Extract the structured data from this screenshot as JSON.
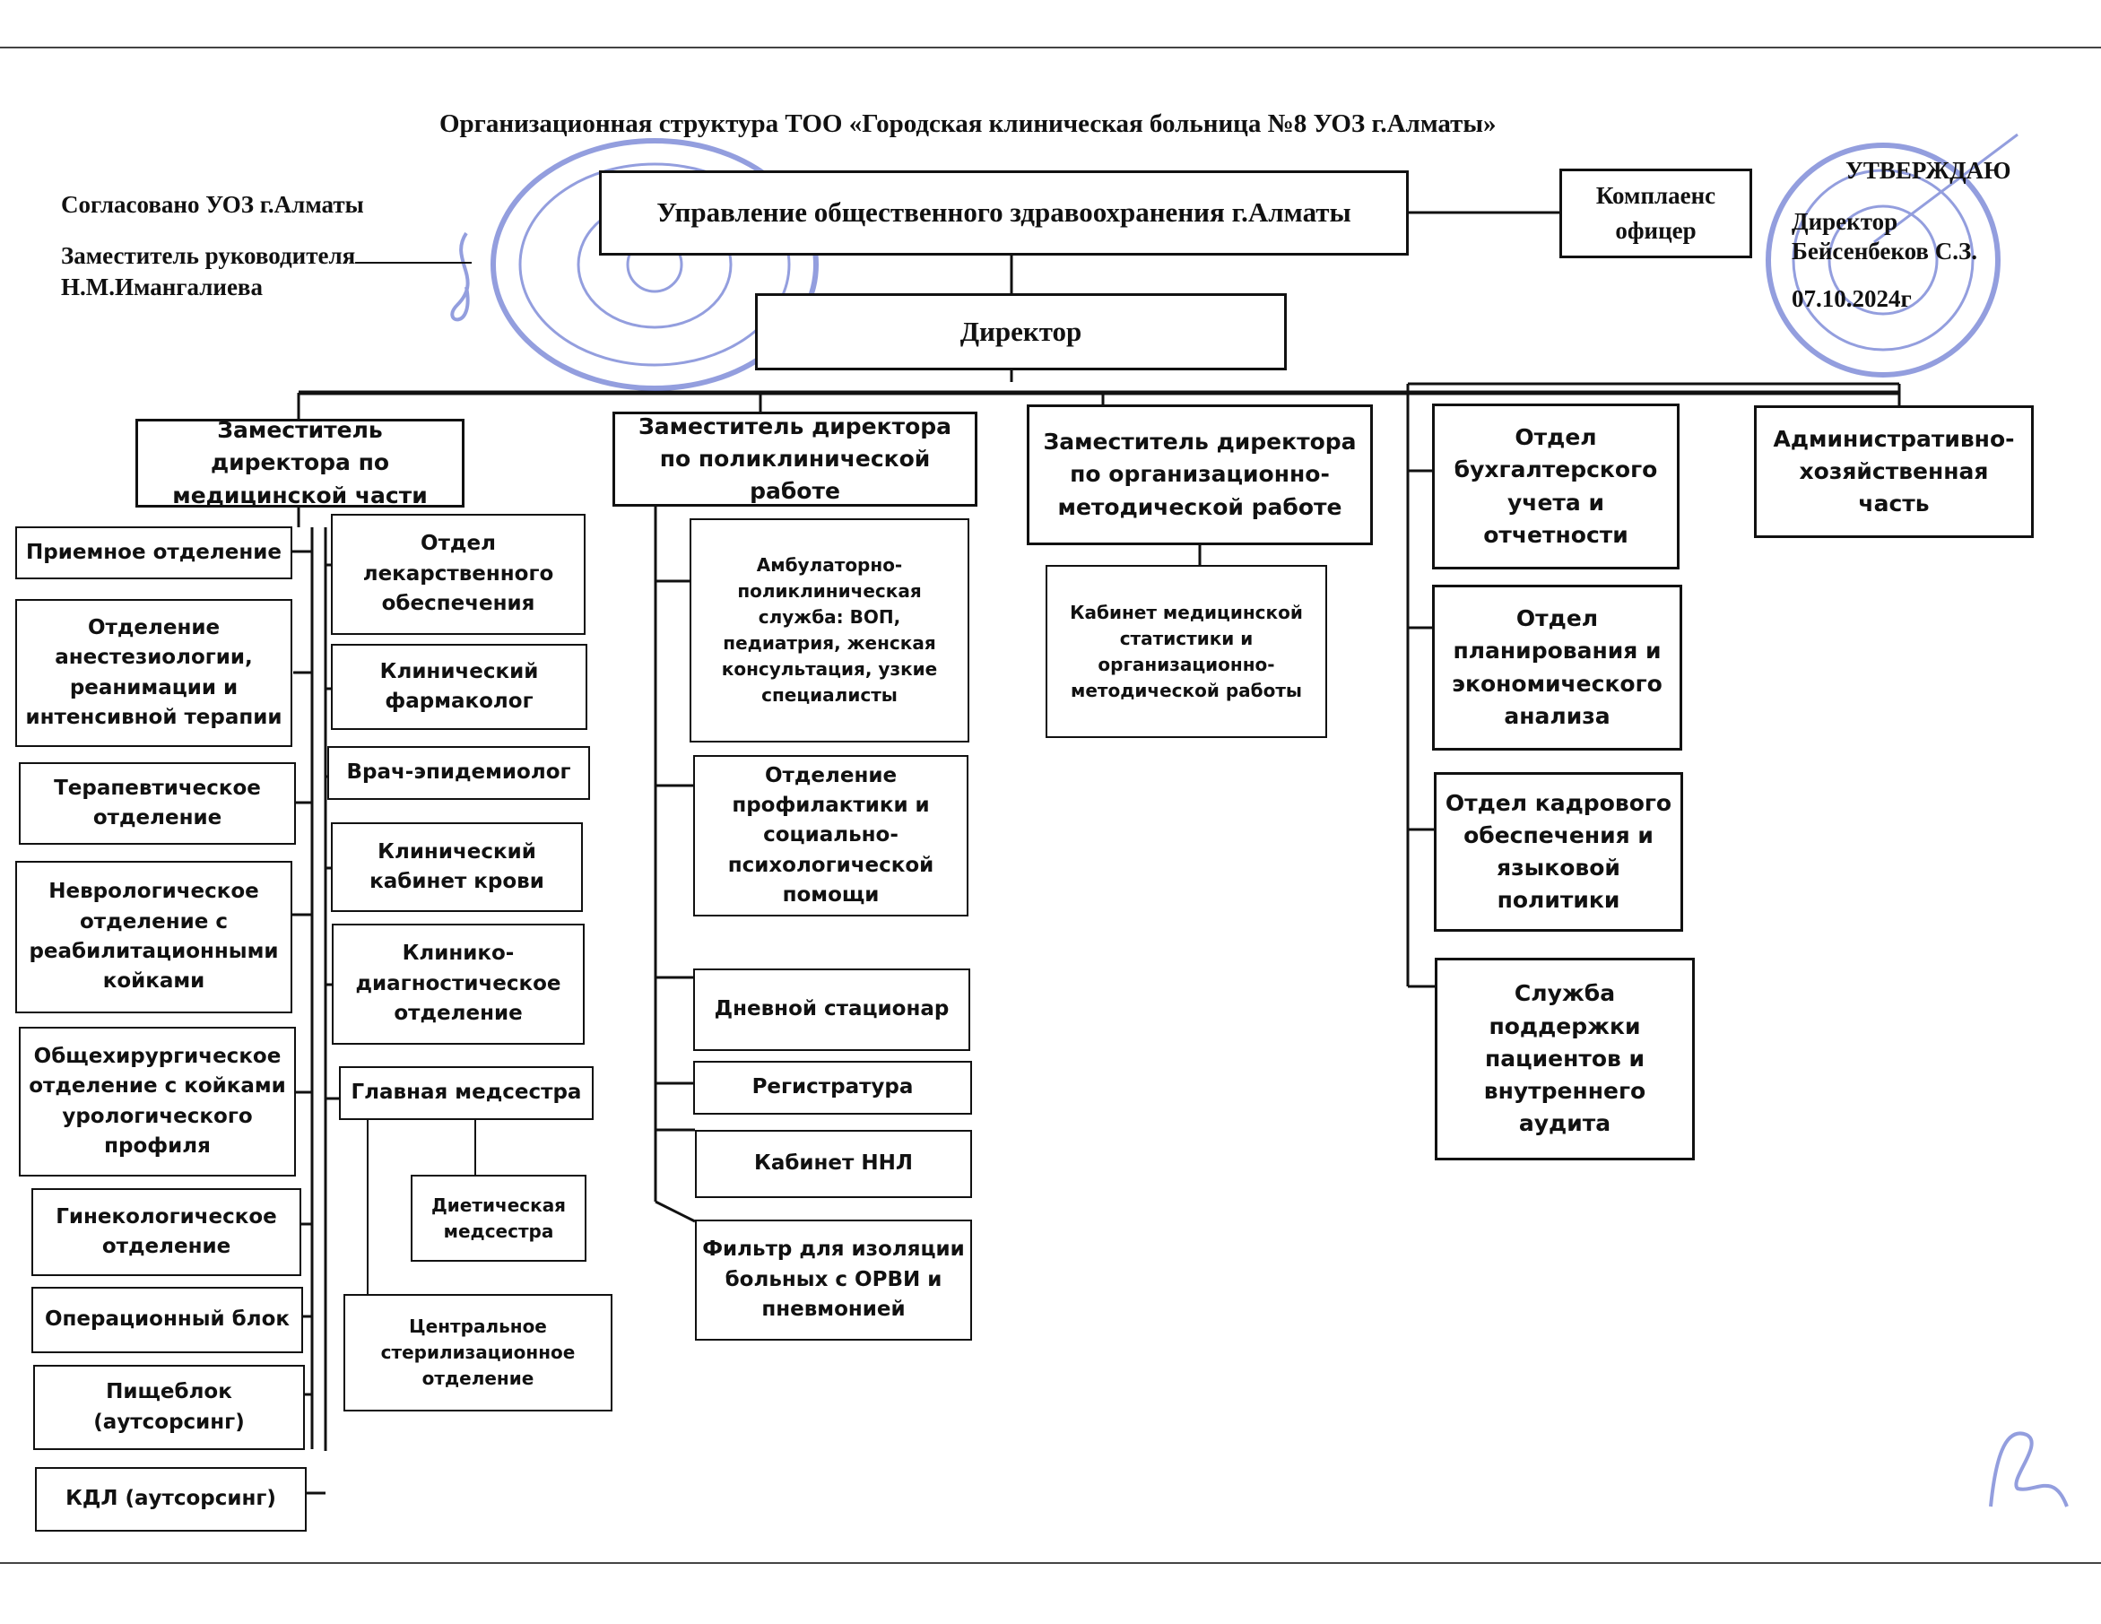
{
  "document": {
    "title": "Организационная структура ТОО «Городская клиническая больница №8 УОЗ г.Алматы»",
    "left_block": {
      "agreed": "Согласовано УОЗ г.Алматы",
      "deputy": "Заместитель руководителя",
      "deputy_name": "Н.М.Имангалиева"
    },
    "right_block": {
      "approve": "УТВЕРЖДАЮ",
      "director": "Директор",
      "director_name": "Бейсенбеков С.З.",
      "date": "07.10.2024г"
    }
  },
  "top": {
    "uoz": "Управление общественного здравоохранения г.Алматы",
    "compliance": "Комплаенс офицер",
    "director": "Директор"
  },
  "branches": {
    "medical": {
      "head": "Заместитель директора по медицинской части",
      "left": [
        "Приемное отделение",
        "Отделение анестезиологии, реанимации и интенсивной терапии",
        "Терапевтическое отделение",
        "Неврологическое отделение с реабилитационными койками",
        "Общехирургическое отделение с койками урологического профиля",
        "Гинекологическое отделение",
        "Операционный блок",
        "Пищеблок (аутсорсинг)",
        "КДЛ (аутсорсинг)"
      ],
      "right": [
        "Отдел лекарственного обеспечения",
        "Клинический фармаколог",
        "Врач-эпидемиолог",
        "Клинический кабинет крови",
        "Клинико-диагностическое отделение",
        "Главная медсестра"
      ],
      "nurse_sub": [
        "Диетическая медсестра",
        "Центральное стерилизационное отделение"
      ]
    },
    "polyclinic": {
      "head": "Заместитель директора по поликлинической работе",
      "items": [
        "Амбулаторно-поликлиническая служба: ВОП, педиатрия, женская консультация, узкие специалисты",
        "Отделение профилактики и социально-психологической помощи",
        "Дневной стационар",
        "Регистратура",
        "Кабинет ННЛ",
        "Фильтр для изоляции больных с ОРВИ и пневмонией"
      ]
    },
    "methodical": {
      "head": "Заместитель директора по организационно-методической работе",
      "items": [
        "Кабинет медицинской статистики и организационно-методической работы"
      ]
    },
    "departments": {
      "items": [
        "Отдел бухгалтерского учета и отчетности",
        "Отдел планирования и экономического анализа",
        "Отдел кадрового обеспечения и языковой политики",
        "Служба поддержки пациентов и внутреннего аудита"
      ]
    },
    "admin": {
      "head": "Административно-хозяйственная часть"
    }
  },
  "stamp_color": "#3b4fc4"
}
